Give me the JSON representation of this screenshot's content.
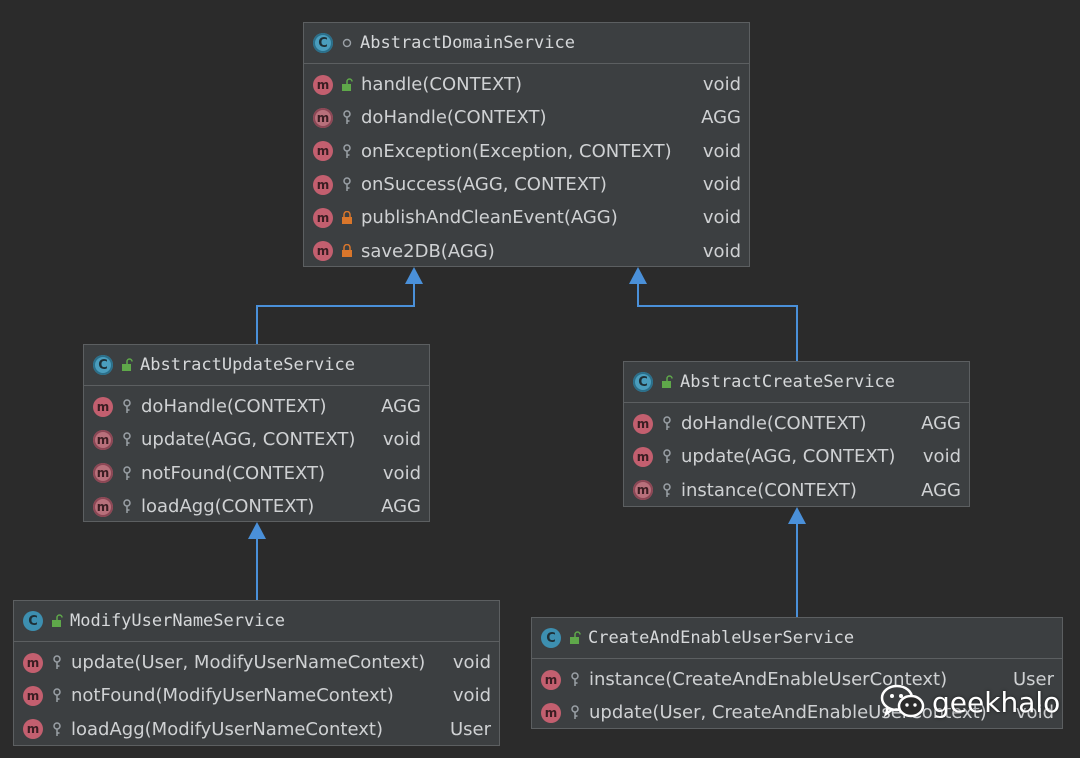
{
  "classes": {
    "domain": {
      "name": "AbstractDomainService",
      "methods": [
        {
          "name": "handle(CONTEXT)",
          "returns": "void"
        },
        {
          "name": "doHandle(CONTEXT)",
          "returns": "AGG"
        },
        {
          "name": "onException(Exception, CONTEXT)",
          "returns": "void"
        },
        {
          "name": "onSuccess(AGG, CONTEXT)",
          "returns": "void"
        },
        {
          "name": "publishAndCleanEvent(AGG)",
          "returns": "void"
        },
        {
          "name": "save2DB(AGG)",
          "returns": "void"
        }
      ]
    },
    "update": {
      "name": "AbstractUpdateService",
      "methods": [
        {
          "name": "doHandle(CONTEXT)",
          "returns": "AGG"
        },
        {
          "name": "update(AGG, CONTEXT)",
          "returns": "void"
        },
        {
          "name": "notFound(CONTEXT)",
          "returns": "void"
        },
        {
          "name": "loadAgg(CONTEXT)",
          "returns": "AGG"
        }
      ]
    },
    "create": {
      "name": "AbstractCreateService",
      "methods": [
        {
          "name": "doHandle(CONTEXT)",
          "returns": "AGG"
        },
        {
          "name": "update(AGG, CONTEXT)",
          "returns": "void"
        },
        {
          "name": "instance(CONTEXT)",
          "returns": "AGG"
        }
      ]
    },
    "modify": {
      "name": "ModifyUserNameService",
      "methods": [
        {
          "name": "update(User, ModifyUserNameContext)",
          "returns": "void"
        },
        {
          "name": "notFound(ModifyUserNameContext)",
          "returns": "void"
        },
        {
          "name": "loadAgg(ModifyUserNameContext)",
          "returns": "User"
        }
      ]
    },
    "createEnable": {
      "name": "CreateAndEnableUserService",
      "methods": [
        {
          "name": "instance(CreateAndEnableUserContext)",
          "returns": "User"
        },
        {
          "name": "update(User, CreateAndEnableUserContext)",
          "returns": "void"
        }
      ]
    }
  },
  "icons": {
    "class": "C",
    "method": "m"
  },
  "watermark": "geekhalo",
  "colors": {
    "background": "#2b2b2b",
    "box": "#3c3f41",
    "arrow": "#4a90d9",
    "class_icon": "#3d8fb0",
    "method_icon": "#c35f6f",
    "public": "#5fa84a",
    "private": "#d9762b"
  }
}
